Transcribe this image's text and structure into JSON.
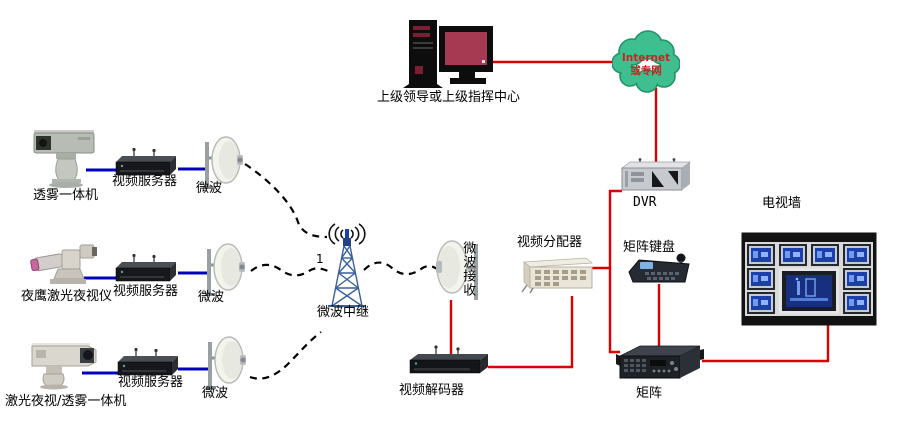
{
  "diagram": {
    "colors": {
      "video_link": "#0000bb",
      "signal_link": "#dd0000",
      "wireless_link": "#000000",
      "cloud_fill": "#3fbf8f",
      "cloud_text": "#cc2222"
    },
    "nodes": {
      "camera1": {
        "label": "透雾一体机"
      },
      "server1": {
        "label": "视频服务器"
      },
      "antenna1": {
        "label": "微波"
      },
      "camera2": {
        "label": "夜鹰激光夜视仪"
      },
      "server2": {
        "label": "视频服务器"
      },
      "antenna2": {
        "label": "微波"
      },
      "camera3": {
        "label": "激光夜视/透雾一体机"
      },
      "server3": {
        "label": "视频服务器"
      },
      "antenna3": {
        "label": "微波"
      },
      "relay": {
        "label": "微波中继",
        "marker": "1"
      },
      "receiver": {
        "label": "微波接收"
      },
      "decoder": {
        "label": "视频解码器"
      },
      "distributor": {
        "label": "视频分配器"
      },
      "keyboard": {
        "label": "矩阵键盘"
      },
      "dvr": {
        "label": "DVR"
      },
      "matrix": {
        "label": "矩阵"
      },
      "tvwall": {
        "label": "电视墙"
      },
      "command_center": {
        "label": "上级领导或上级指挥中心"
      },
      "cloud": {
        "line1": "Internet",
        "line2": "或专网"
      }
    }
  }
}
